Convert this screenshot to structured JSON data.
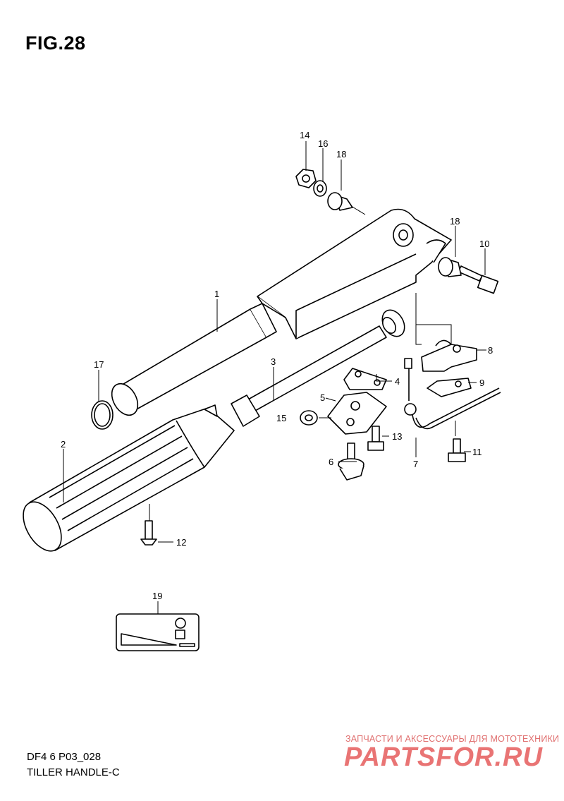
{
  "figure_label": "FIG.28",
  "footer": {
    "code": "DF4 6 P03_028",
    "name": "TILLER HANDLE-C"
  },
  "watermark": {
    "tagline": "ЗАПЧАСТИ И АКСЕССУАРЫ ДЛЯ МОТОТЕХНИКИ",
    "logo": "PARTSFOR.RU"
  },
  "parts": [
    {
      "no": "1",
      "name": "tiller-handle"
    },
    {
      "no": "2",
      "name": "throttle-grip"
    },
    {
      "no": "3",
      "name": "throttle-shaft"
    },
    {
      "no": "4",
      "name": "plate"
    },
    {
      "no": "5",
      "name": "bracket"
    },
    {
      "no": "6",
      "name": "screw"
    },
    {
      "no": "7",
      "name": "throttle-cable"
    },
    {
      "no": "8",
      "name": "cable-holder"
    },
    {
      "no": "9",
      "name": "cable-plate"
    },
    {
      "no": "10",
      "name": "bolt"
    },
    {
      "no": "11",
      "name": "bolt"
    },
    {
      "no": "12",
      "name": "screw"
    },
    {
      "no": "13",
      "name": "bolt"
    },
    {
      "no": "14",
      "name": "nut"
    },
    {
      "no": "15",
      "name": "washer"
    },
    {
      "no": "16",
      "name": "washer"
    },
    {
      "no": "17",
      "name": "o-ring"
    },
    {
      "no": "18",
      "name": "bushing"
    },
    {
      "no": "18",
      "name": "bushing"
    },
    {
      "no": "19",
      "name": "label"
    }
  ]
}
